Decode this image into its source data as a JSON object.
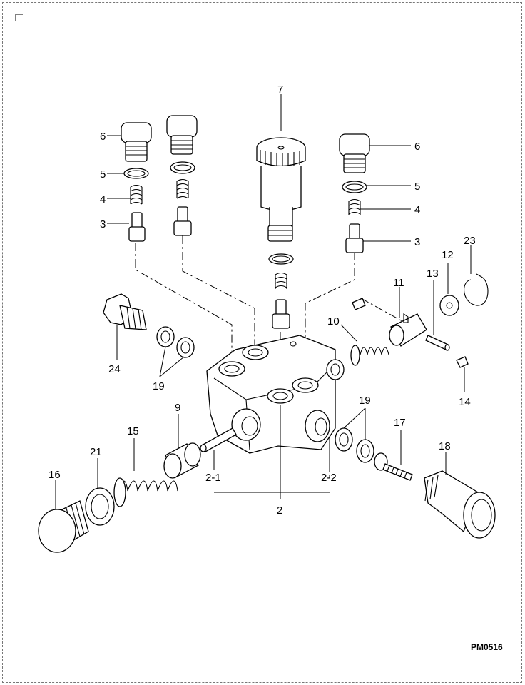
{
  "document": {
    "code": "PM0516"
  },
  "labels": {
    "p2": "2",
    "p2_1": "2-1",
    "p2_2": "2-2",
    "p3_left": "3",
    "p3_right": "3",
    "p4_left": "4",
    "p4_right": "4",
    "p5_left": "5",
    "p5_right": "5",
    "p6_left": "6",
    "p6_right": "6",
    "p7": "7",
    "p9": "9",
    "p10": "10",
    "p11": "11",
    "p12": "12",
    "p13": "13",
    "p14": "14",
    "p15": "15",
    "p16": "16",
    "p17": "17",
    "p18": "18",
    "p19_left": "19",
    "p19_right": "19",
    "p21": "21",
    "p23": "23",
    "p24": "24"
  }
}
